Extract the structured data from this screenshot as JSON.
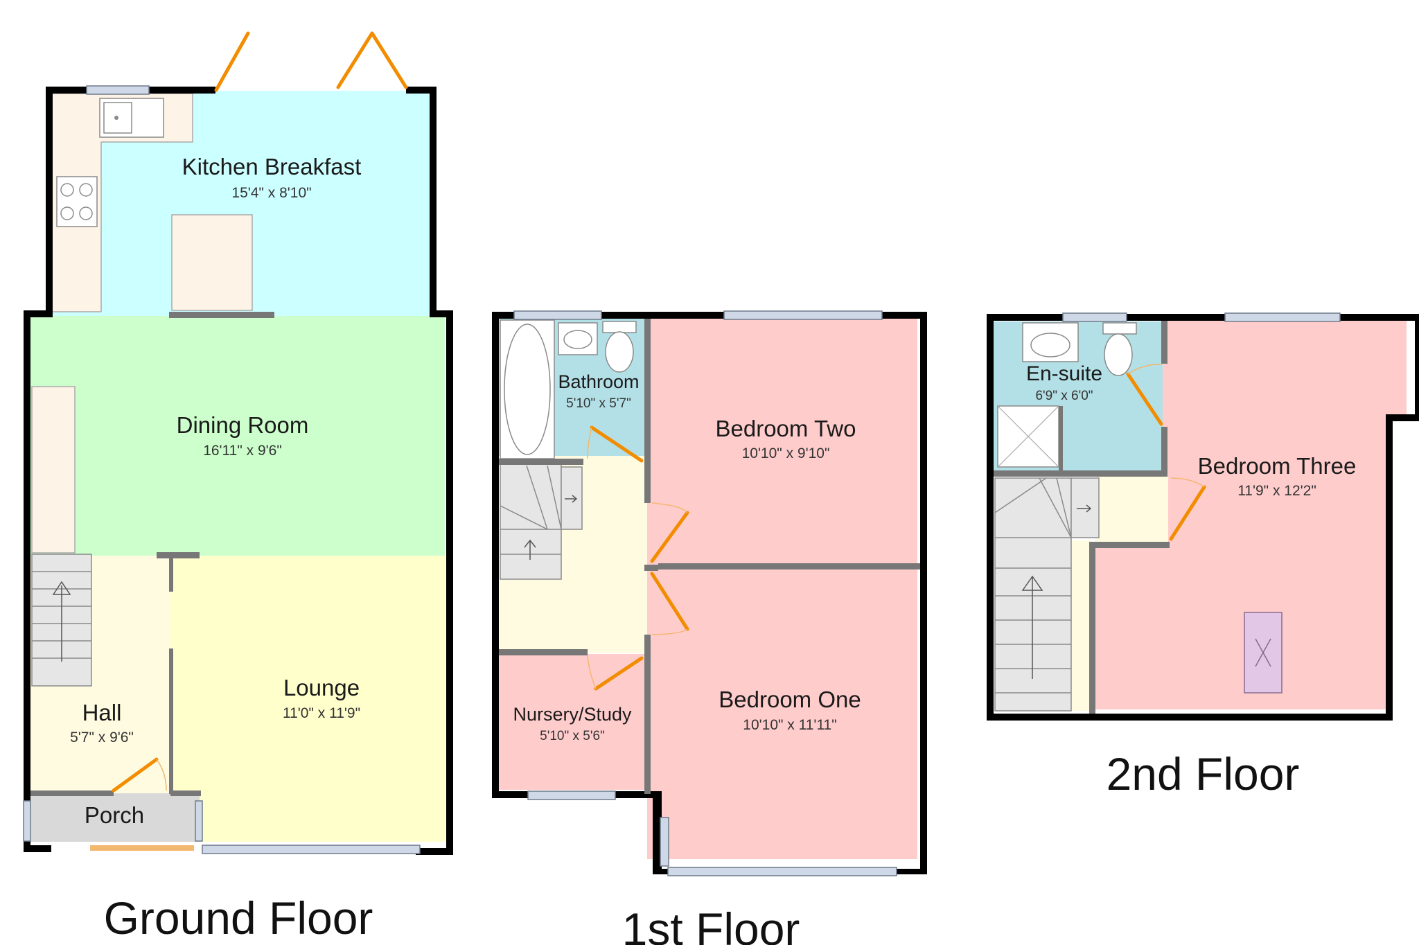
{
  "colors": {
    "kitchen": "#ccffff",
    "dining": "#ccffcc",
    "lounge": "#ffffcc",
    "hall": "#fffbe0",
    "porch": "#d9d9d9",
    "bathroom": "#b3e0e6",
    "bedroom": "#ffcccc",
    "landing": "#fffbe0",
    "walls": "#000000",
    "doors": "#f28c00"
  },
  "floors": [
    {
      "id": "ground",
      "title": "Ground Floor",
      "rooms": [
        {
          "id": "kitchen",
          "name": "Kitchen Breakfast",
          "dims": "15'4\" x 8'10\""
        },
        {
          "id": "dining",
          "name": "Dining Room",
          "dims": "16'11\" x 9'6\""
        },
        {
          "id": "lounge",
          "name": "Lounge",
          "dims": "11'0\" x 11'9\""
        },
        {
          "id": "hall",
          "name": "Hall",
          "dims": "5'7\" x 9'6\""
        },
        {
          "id": "porch",
          "name": "Porch",
          "dims": ""
        }
      ]
    },
    {
      "id": "first",
      "title": "1st Floor",
      "rooms": [
        {
          "id": "bathroom",
          "name": "Bathroom",
          "dims": "5'10\" x 5'7\""
        },
        {
          "id": "bedroom-two",
          "name": "Bedroom Two",
          "dims": "10'10\" x 9'10\""
        },
        {
          "id": "bedroom-one",
          "name": "Bedroom One",
          "dims": "10'10\" x 11'11\""
        },
        {
          "id": "nursery",
          "name": "Nursery/Study",
          "dims": "5'10\" x 5'6\""
        }
      ]
    },
    {
      "id": "second",
      "title": "2nd Floor",
      "rooms": [
        {
          "id": "ensuite",
          "name": "En-suite",
          "dims": "6'9\" x 6'0\""
        },
        {
          "id": "bedroom-three",
          "name": "Bedroom Three",
          "dims": "11'9\" x 12'2\""
        }
      ]
    }
  ]
}
